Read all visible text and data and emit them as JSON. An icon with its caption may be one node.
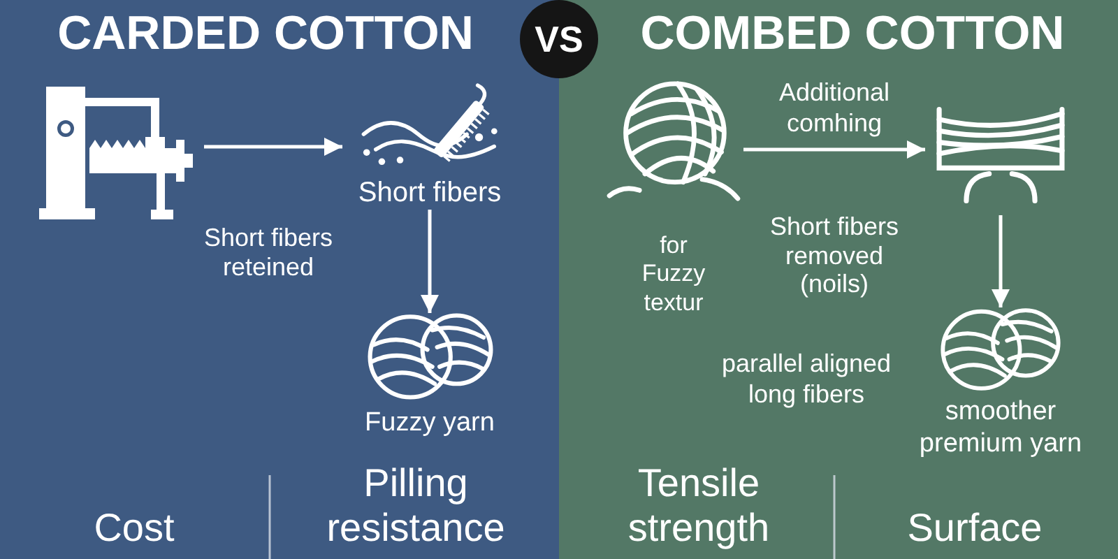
{
  "diagram": {
    "nodes": [
      {
        "text": [
          "CARDED COTTON"
        ]
      },
      {
        "text": [
          "VS"
        ]
      },
      {
        "text": [
          "COMBED COTTON"
        ]
      },
      {
        "text": [],
        "shape": "picture",
        "in": 0
      },
      {
        "text": [
          "Short fibers"
        ],
        "in": 0
      },
      {
        "text": [
          "Fuzzy yarn"
        ],
        "in": 0
      },
      {
        "text": [
          "for Fuzzy textur"
        ],
        "in": 2
      },
      {
        "text": [],
        "shape": "picture",
        "in": 2
      },
      {
        "text": [
          "smoother premium yarn"
        ],
        "in": 2,
        "beside": [
          "parallel aligned long fibers"
        ]
      }
    ],
    "edges": [
      {
        "from": 3,
        "to": 4,
        "arrow": "to"
      },
      {
        "from": 4,
        "to": 5,
        "arrow": "to"
      },
      {
        "from": 6,
        "to": 7,
        "arrow": "to",
        "label": "Additional comhing"
      },
      {
        "from": 7,
        "to": 8,
        "arrow": "to"
      }
    ],
    "labels": [
      "Short fibers reteined",
      "Short fibers removed (noils)",
      "Cost",
      "Pilling resistance",
      "Tensile strength",
      "Surface"
    ]
  }
}
